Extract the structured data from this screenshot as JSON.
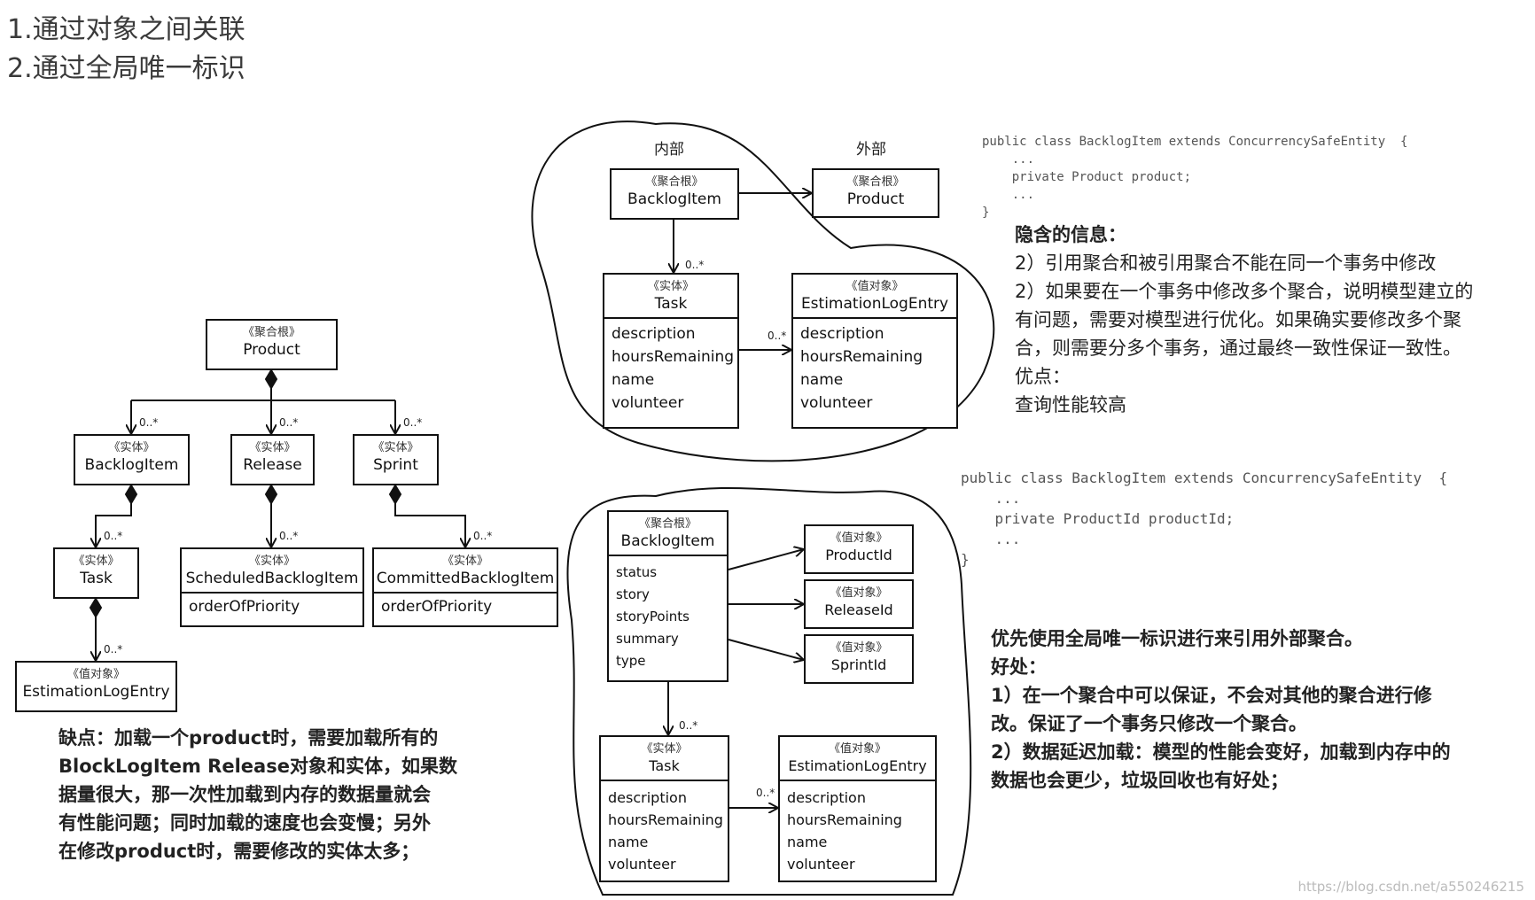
{
  "headings": [
    "1.通过对象之间关联",
    "2.通过全局唯一标识"
  ],
  "diagram_left": {
    "product": {
      "stereotype": "《聚合根》",
      "name": "Product"
    },
    "backlogItem": {
      "stereotype": "《实体》",
      "name": "BacklogItem"
    },
    "release": {
      "stereotype": "《实体》",
      "name": "Release"
    },
    "sprint": {
      "stereotype": "《实体》",
      "name": "Sprint"
    },
    "task": {
      "stereotype": "《实体》",
      "name": "Task"
    },
    "scheduled": {
      "stereotype": "《实体》",
      "name": "ScheduledBacklogItem",
      "attrs": [
        "orderOfPriority"
      ]
    },
    "committed": {
      "stereotype": "《实体》",
      "name": "CommittedBacklogItem",
      "attrs": [
        "orderOfPriority"
      ]
    },
    "estimation": {
      "stereotype": "《值对象》",
      "name": "EstimationLogEntry"
    },
    "multiplicity": "0..*"
  },
  "diagram_top": {
    "inner_label": "内部",
    "outer_label": "外部",
    "backlogItem": {
      "stereotype": "《聚合根》",
      "name": "BacklogItem"
    },
    "product": {
      "stereotype": "《聚合根》",
      "name": "Product"
    },
    "task": {
      "stereotype": "《实体》",
      "name": "Task",
      "attrs": [
        "description",
        "hoursRemaining",
        "name",
        "volunteer"
      ]
    },
    "estimation": {
      "stereotype": "《值对象》",
      "name": "EstimationLogEntry",
      "attrs": [
        "description",
        "hoursRemaining",
        "name",
        "volunteer"
      ]
    },
    "multiplicity": "0..*"
  },
  "diagram_bottom": {
    "backlogItem": {
      "stereotype": "《聚合根》",
      "name": "BacklogItem",
      "attrs": [
        "status",
        "story",
        "storyPoints",
        "summary",
        "type"
      ]
    },
    "productId": {
      "stereotype": "《值对象》",
      "name": "ProductId"
    },
    "releaseId": {
      "stereotype": "《值对象》",
      "name": "ReleaseId"
    },
    "sprintId": {
      "stereotype": "《值对象》",
      "name": "SprintId"
    },
    "task": {
      "stereotype": "《实体》",
      "name": "Task",
      "attrs": [
        "description",
        "hoursRemaining",
        "name",
        "volunteer"
      ]
    },
    "estimation": {
      "stereotype": "《值对象》",
      "name": "EstimationLogEntry",
      "attrs": [
        "description",
        "hoursRemaining",
        "name",
        "volunteer"
      ]
    },
    "multiplicity": "0..*"
  },
  "code_top": [
    "public class BacklogItem extends ConcurrencySafeEntity  {",
    "    ...",
    "    private Product product;",
    "    ...",
    "}"
  ],
  "code_bottom": [
    "public class BacklogItem extends ConcurrencySafeEntity  {",
    "    ...",
    "    private ProductId productId;",
    "    ...",
    "}"
  ],
  "note_top": {
    "title": "隐含的信息：",
    "lines": [
      "2）引用聚合和被引用聚合不能在同一个事务中修改",
      "2）如果要在一个事务中修改多个聚合，说明模型建立的",
      "有问题，需要对模型进行优化。如果确实要修改多个聚",
      "合，则需要分多个事务，通过最终一致性保证一致性。",
      "优点：",
      "查询性能较高"
    ]
  },
  "note_bottom": {
    "lines": [
      "优先使用全局唯一标识进行来引用外部聚合。",
      "好处：",
      "1）在一个聚合中可以保证，不会对其他的聚合进行修",
      "改。保证了一个事务只修改一个聚合。",
      "2）数据延迟加载：模型的性能会变好，加载到内存中的",
      "数据也会更少，垃圾回收也有好处；"
    ]
  },
  "note_left": {
    "lines": [
      "缺点：加载一个product时，需要加载所有的",
      "BlockLogItem Release对象和实体，如果数",
      "据量很大，那一次性加载到内存的数据量就会",
      "有性能问题；同时加载的速度也会变慢；另外",
      "在修改product时，需要修改的实体太多；"
    ]
  },
  "watermark": "https://blog.csdn.net/a550246215"
}
